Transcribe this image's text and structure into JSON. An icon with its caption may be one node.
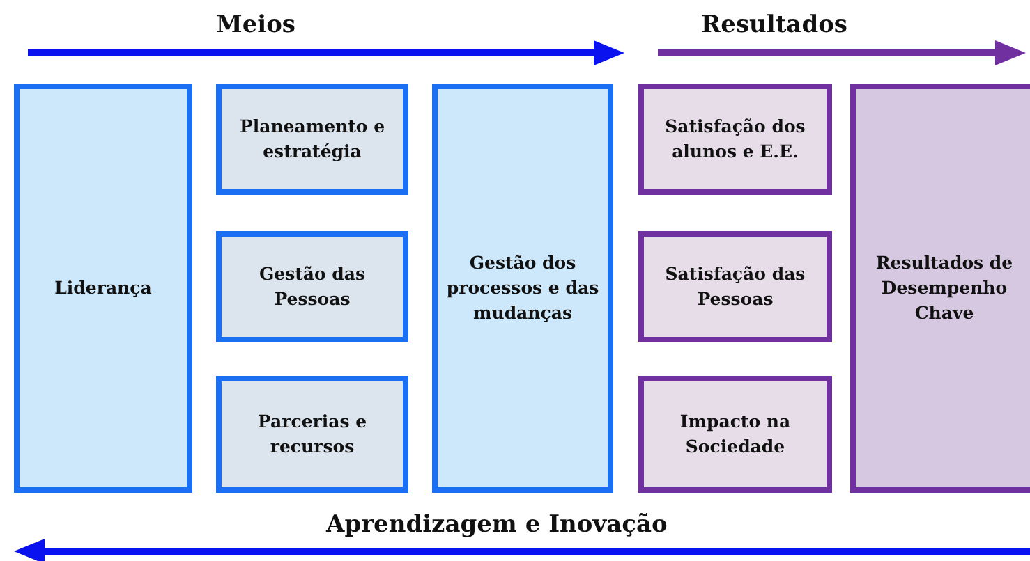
{
  "diagram": {
    "nodes": [
      {
        "text": [
          "Liderança"
        ]
      },
      {
        "text": [
          "Planeamento e estratégia"
        ]
      },
      {
        "text": [
          "Gestão das Pessoas"
        ]
      },
      {
        "text": [
          "Parcerias e recursos"
        ]
      },
      {
        "text": [
          "Gestão dos processos e das mudanças"
        ]
      },
      {
        "text": [
          "Satisfação dos alunos e E.E."
        ]
      },
      {
        "text": [
          "Satisfação das Pessoas"
        ]
      },
      {
        "text": [
          "Impacto na Sociedade"
        ]
      },
      {
        "text": [
          "Resultados de Desempenho Chave"
        ]
      }
    ],
    "labels": [
      "Meios",
      "Resultados",
      "Aprendizagem e Inovação"
    ]
  }
}
